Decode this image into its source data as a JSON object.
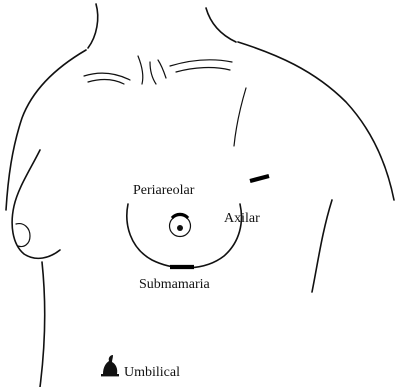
{
  "labels": {
    "periareolar": "Periareolar",
    "axilar": "Axilar",
    "submamaria": "Submamaria",
    "umbilical": "Umbilical"
  },
  "colors": {
    "ink": "#111111",
    "background": "#ffffff"
  }
}
